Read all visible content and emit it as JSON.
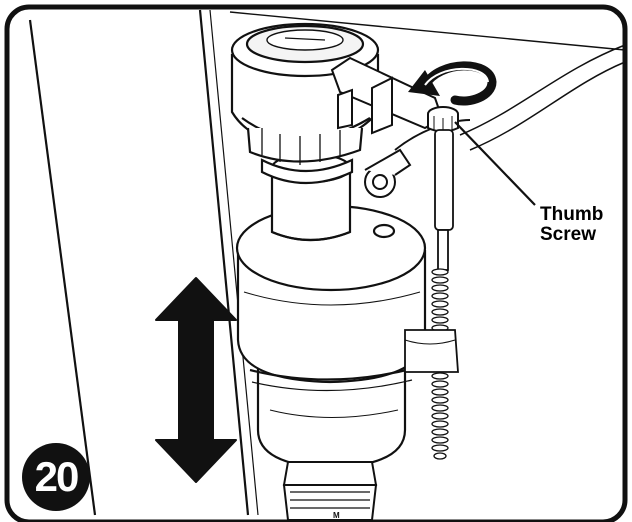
{
  "step_number": "20",
  "callouts": {
    "thumb_screw_line1": "Thumb",
    "thumb_screw_line2": "Screw"
  },
  "small_mark": "M",
  "colors": {
    "line": "#111111",
    "fill": "#ffffff",
    "shade": "#dcdcdc",
    "badge": "#111111"
  },
  "icons": [
    "rotate-arrow-icon",
    "up-down-arrow-icon"
  ]
}
